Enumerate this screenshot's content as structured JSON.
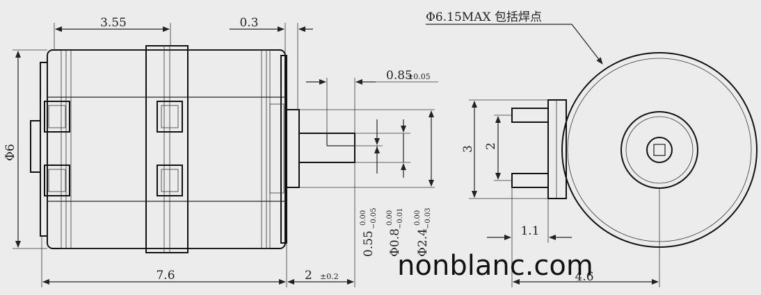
{
  "dimensions": {
    "len_3_55": "3.55",
    "len_0_3": "0.3",
    "len_0_85": "0.85",
    "tol_0_85": "±0.05",
    "dia_6": "Φ6",
    "len_7_6": "7.6",
    "len_2": "2",
    "tol_2": "±0.2",
    "dim_0_55": "0.55",
    "tol_0_55_upper": "0.00",
    "tol_0_55_lower": "−0.05",
    "dim_0_8": "Φ0.8",
    "tol_0_8_upper": "0.00",
    "tol_0_8_lower": "−0.01",
    "dim_2_4": "Φ2.4",
    "tol_2_4_upper": "0.00",
    "tol_2_4_lower": "−0.03",
    "dia_6_15": "Φ6.15MAX 包括焊点",
    "side_3": "3",
    "side_2": "2",
    "side_1_1": "1.1",
    "side_4_6": "4.6"
  },
  "watermark": "nonblanc.com"
}
